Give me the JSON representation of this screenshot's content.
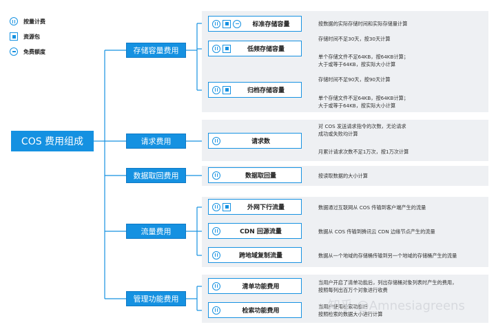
{
  "legend": [
    {
      "icon": "pay-as-you-go-icon",
      "label": "按量计费"
    },
    {
      "icon": "resource-pack-icon",
      "label": "资源包"
    },
    {
      "icon": "free-quota-icon",
      "label": "免费额度"
    }
  ],
  "root": "COS 费用组成",
  "categories": {
    "storage": "存储容量费用",
    "request": "请求费用",
    "retrieval": "数据取回费用",
    "traffic": "流量费用",
    "management": "管理功能费用"
  },
  "items": {
    "standard_storage": "标准存储容量",
    "infrequent_storage": "低频存储容量",
    "archive_storage": "归档存储容量",
    "requests": "请求数",
    "retrieval_amount": "数据取回量",
    "internet_outbound": "外网下行流量",
    "cdn_origin": "CDN 回源流量",
    "cross_region_replication": "跨地域复制流量",
    "inventory": "清单功能费用",
    "select": "检索功能费用"
  },
  "descriptions": {
    "standard_storage": "按数据的实际存储时间和实际存储量计算",
    "infrequent_1": "存储时间不足30天，按30天计算",
    "infrequent_2a": "单个存储文件不足64KB，按64KB计算；",
    "infrequent_2b": "大于或等于64KB，按实际大小计算",
    "archive_1": "存储时间不足90天，按90天计算",
    "archive_2a": "单个存储文件不足64KB，按64KB计算；",
    "archive_2b": "大于或等于64KB，按实际大小计算",
    "requests_1a": "对 COS 发送请求指令的次数，无论请求",
    "requests_1b": "成功或失败均计算",
    "requests_2": "月累计请求次数不足1万次，按1万次计算",
    "retrieval": "按读取数据的大小计算",
    "internet_outbound": "数据通过互联网从 COS 传输到客户端产生的流量",
    "cdn_origin": "数据从 COS 传输到腾讯云 CDN 边缘节点产生的流量",
    "cross_region": "数据从一个地域的存储桶传输到另一个地域的存储桶产生的流量",
    "inventory_a": "当用户开启了清单功能后，列出存储桶对象列表时产生的费用，",
    "inventory_b": "按照每列出百万个对象进行收费",
    "select_a": "当用户使用检索功能后",
    "select_b": "按照检索的数据大小进行计算"
  },
  "watermark": "知乎 @Amnesiagreens",
  "colors": {
    "accent": "#1591e1",
    "panel": "#eef0f3",
    "line": "#1591e1"
  }
}
